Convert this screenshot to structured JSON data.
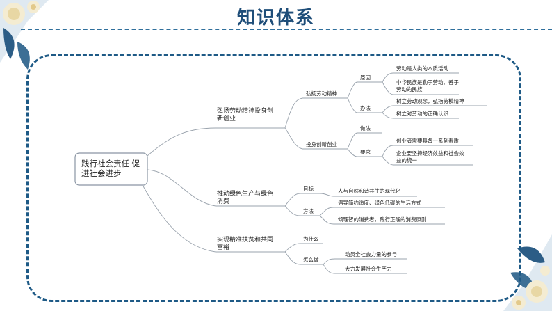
{
  "header": {
    "title": "知识体系"
  },
  "mindmap": {
    "root": "践行社会责任 促进社会进步",
    "branches": [
      {
        "label": "弘扬劳动精神投身创新创业",
        "children": [
          {
            "label": "弘扬劳动精神",
            "children": [
              {
                "label": "原因",
                "children": [
                  "劳动是人类的本质活动",
                  "中华民族是勤于劳动、善于劳动的民族"
                ]
              },
              {
                "label": "办法",
                "children": [
                  "树立劳动观念，弘扬劳模精神",
                  "树立对劳动的正确认识"
                ]
              }
            ]
          },
          {
            "label": "投身创新创业",
            "children": [
              {
                "label": "做法",
                "children": []
              },
              {
                "label": "要求",
                "children": [
                  "创业者需要具备一系列素质",
                  "企业要坚持经济效益和社会效益的统一"
                ]
              }
            ]
          }
        ]
      },
      {
        "label": "推动绿色生产与绿色消费",
        "children": [
          {
            "label": "目标",
            "children": [
              "人与自然和谐共生的现代化"
            ]
          },
          {
            "label": "方法",
            "children": [
              "倡导简约适度、绿色低碳的生活方式",
              "倾理智的消费者，践行正确的消费原则"
            ]
          }
        ]
      },
      {
        "label": "实现精准扶贫和共同富裕",
        "children": [
          {
            "label": "为什么",
            "children": []
          },
          {
            "label": "怎么做",
            "children": [
              "动员全社会力量的参与",
              "大力发展社会生产力"
            ]
          }
        ]
      }
    ]
  }
}
